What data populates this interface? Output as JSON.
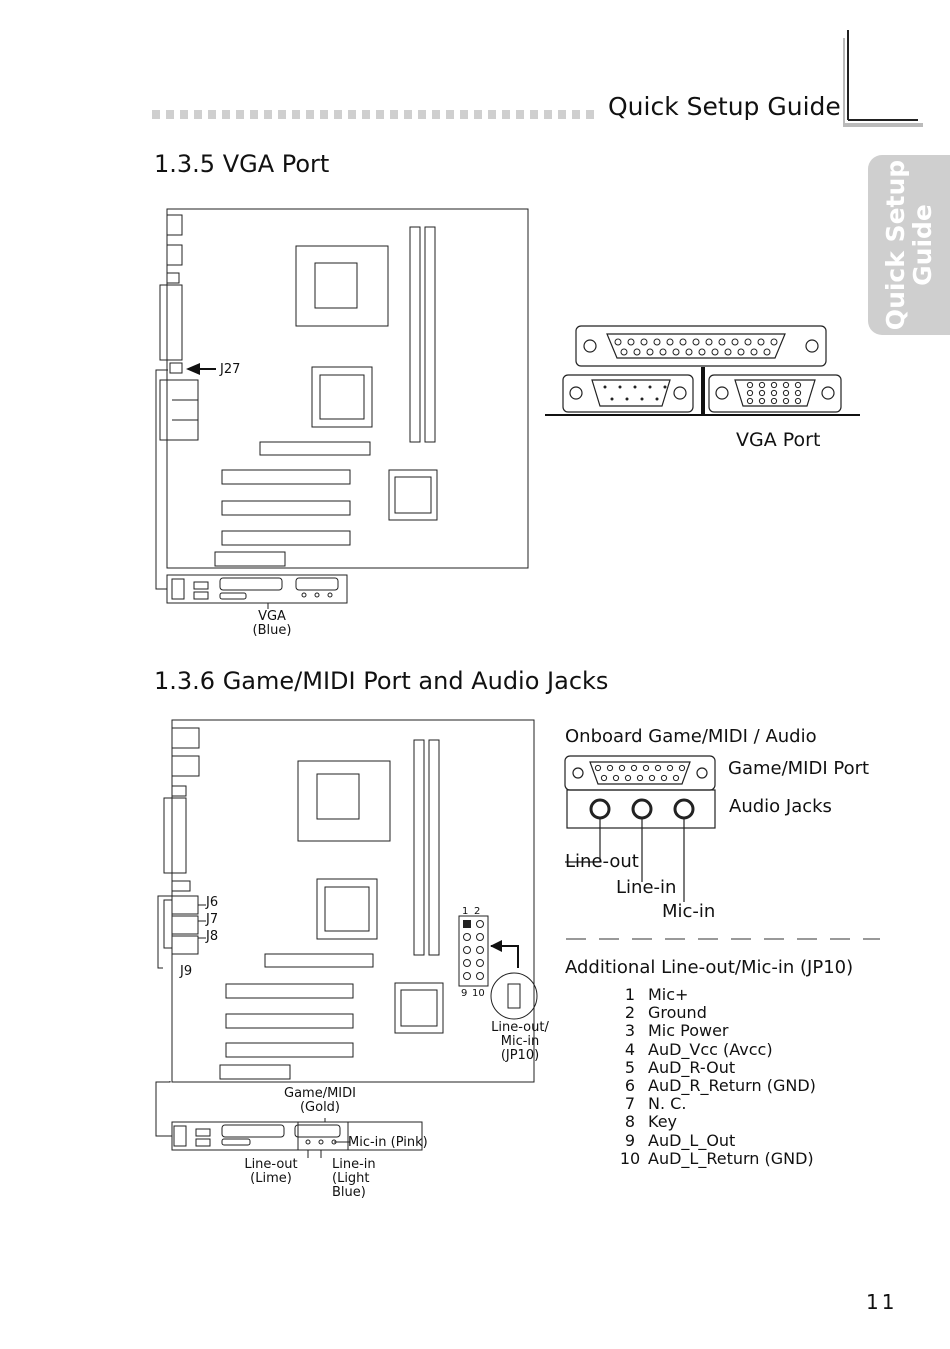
{
  "header": {
    "title": "Quick Setup Guide"
  },
  "side_tab": {
    "label_line1": "Quick Setup",
    "label_line2": "Guide"
  },
  "section_135": {
    "title": "1.3.5  VGA Port",
    "j27_label": "J27",
    "vga_label_line1": "VGA",
    "vga_label_line2": "(Blue)",
    "rear_caption": "VGA Port"
  },
  "section_136": {
    "title": "1.3.6  Game/MIDI Port and Audio Jacks",
    "onboard_title": "Onboard  Game/MIDI / Audio",
    "game_midi_port": "Game/MIDI Port",
    "audio_jacks": "Audio Jacks",
    "line_out": "Line-out",
    "line_in": "Line-in",
    "mic_in": "Mic-in",
    "j6": "J6",
    "j7": "J7",
    "j8": "J8",
    "j9": "J9",
    "header_pin_1": "1",
    "header_pin_2": "2",
    "header_pin_9": "9",
    "header_pin_10": "10",
    "jp10_line1": "Line-out/",
    "jp10_line2": "Mic-in",
    "jp10_line3": "(JP10)",
    "game_midi_gold_line1": "Game/MIDI",
    "game_midi_gold_line2": "(Gold)",
    "mic_in_pink": "Mic-in (Pink)",
    "line_out_lime_line1": "Line-out",
    "line_out_lime_line2": "(Lime)",
    "line_in_blue_line1": "Line-in",
    "line_in_blue_line2": "(Light Blue)",
    "jp10_title": "Additional Line-out/Mic-in (JP10)",
    "pins": [
      {
        "num": "1",
        "name": "Mic+"
      },
      {
        "num": "2",
        "name": "Ground"
      },
      {
        "num": "3",
        "name": "Mic  Power"
      },
      {
        "num": "4",
        "name": "AuD_Vcc  (Avcc)"
      },
      {
        "num": "5",
        "name": "AuD_R-Out"
      },
      {
        "num": "6",
        "name": "AuD_R_Return  (GND)"
      },
      {
        "num": "7",
        "name": "N. C."
      },
      {
        "num": "8",
        "name": "Key"
      },
      {
        "num": "9",
        "name": "AuD_L_Out"
      },
      {
        "num": "10",
        "name": "AuD_L_Return  (GND)"
      }
    ]
  },
  "page_number": "11"
}
